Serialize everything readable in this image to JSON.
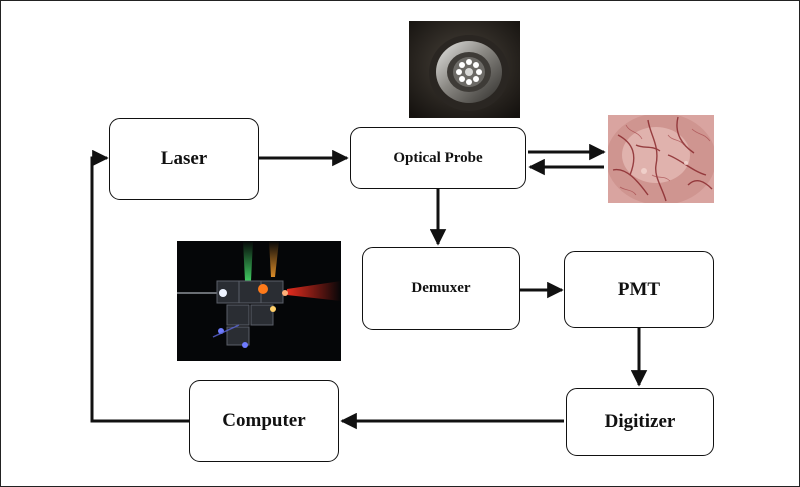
{
  "nodes": {
    "laser": "Laser",
    "optical_probe": "Optical Probe",
    "demuxer": "Demuxer",
    "pmt": "PMT",
    "digitizer": "Digitizer",
    "computer": "Computer"
  },
  "photos": [
    {
      "id": "probe-tip",
      "subject": "fiber bundle probe tip"
    },
    {
      "id": "brain-tissue",
      "subject": "brain surface with blood vessels"
    },
    {
      "id": "optics-bench",
      "subject": "demultiplexer optics with colored beams"
    }
  ],
  "colors": {
    "line": "#111111",
    "box_border": "#111111",
    "background": "#ffffff"
  }
}
